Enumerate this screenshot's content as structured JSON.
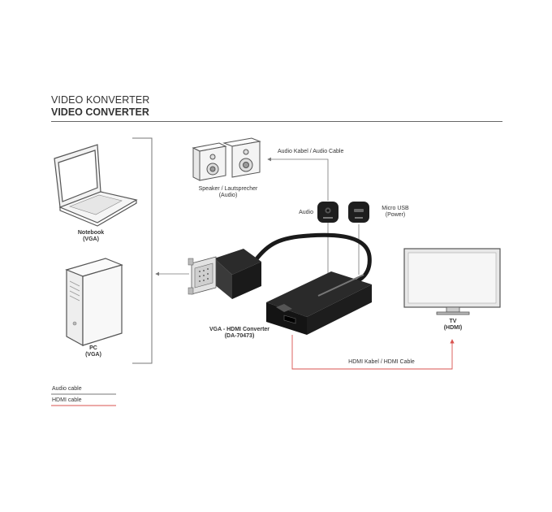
{
  "header": {
    "title_de": "VIDEO KONVERTER",
    "title_en": "VIDEO CONVERTER"
  },
  "devices": {
    "notebook": {
      "name": "Notebook",
      "port": "(VGA)"
    },
    "pc": {
      "name": "PC",
      "port": "(VGA)"
    },
    "speaker": {
      "name": "Speaker / Lautsprecher",
      "port": "(Audio)"
    },
    "converter": {
      "name": "VGA - HDMI Converter",
      "model": "(DA-70473)"
    },
    "tv": {
      "name": "TV",
      "port": "(HDMI)"
    }
  },
  "ports": {
    "audio": "Audio",
    "micro_usb": "Micro USB",
    "micro_usb_sub": "(Power)"
  },
  "cables": {
    "audio_cable_label": "Audio Kabel / Audio Cable",
    "hdmi_cable_label": "HDMI Kabel / HDMI Cable"
  },
  "legend": {
    "audio": "Audio cable",
    "hdmi": "HDMI cable"
  },
  "colors": {
    "hdmi_line": "#d9534f",
    "audio_line": "#777777",
    "device_stroke": "#555555"
  }
}
